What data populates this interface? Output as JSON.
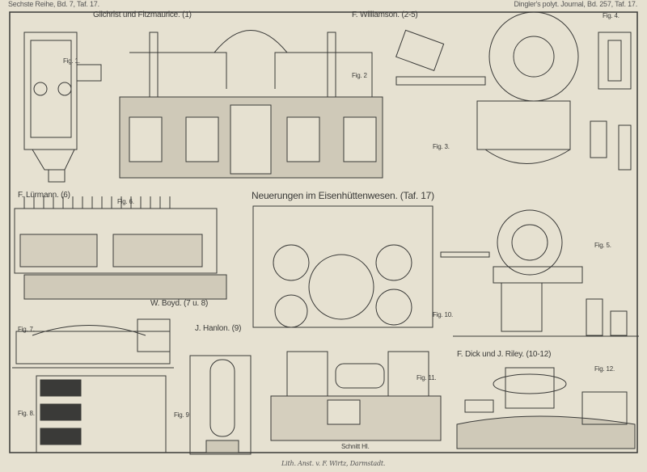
{
  "header": {
    "left": "Sechste Reihe, Bd. 7, Taf. 17.",
    "right": "Dingler's polyt. Journal, Bd. 257, Taf. 17."
  },
  "plate_title": "Neuerungen im Eisenhüttenwesen. (Taf. 17)",
  "authors": {
    "gilchrist": "Gilchrist und Fitzmaurice. (1)",
    "williamson": "F. Williamson. (2-5)",
    "lurmann": "F. Lürmann. (6)",
    "boyd": "W. Boyd. (7 u. 8)",
    "hanlon": "J. Hanlon. (9)",
    "dick_riley": "F. Dick und J. Riley. (10-12)"
  },
  "figures": {
    "fig1": "Fig. 1.",
    "fig2": "Fig. 2",
    "fig3": "Fig. 3.",
    "fig4": "Fig. 4.",
    "fig5": "Fig. 5.",
    "fig6": "Fig. 6.",
    "fig7": "Fig. 7.",
    "fig8": "Fig. 8.",
    "fig9": "Fig. 9.",
    "fig10": "Fig. 10.",
    "fig11": "Fig. 11.",
    "fig12": "Fig. 12."
  },
  "section_label": "Schnitt HI.",
  "footer": "Lith. Anst. v. F. Wirtz, Darmstadt.",
  "colors": {
    "paper": "#e6e1d1",
    "ink": "#3a3a38"
  }
}
